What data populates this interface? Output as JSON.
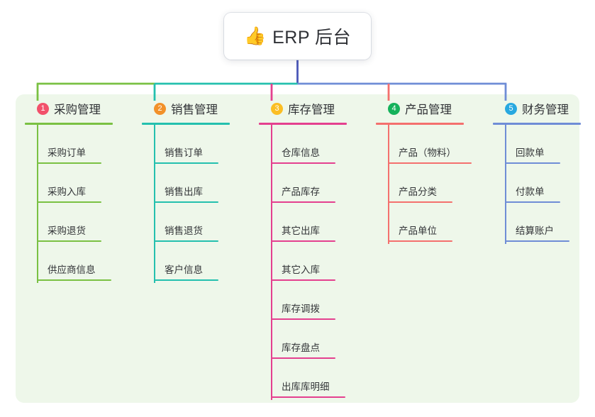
{
  "root": {
    "icon": "thumbs-up-icon",
    "emoji": "👍",
    "label": "ERP 后台"
  },
  "colors": {
    "canvas_background": "#eef7ea",
    "page_background": "#ffffff",
    "root_text": "#2f3136",
    "trunk": "#4b57b8"
  },
  "branches": [
    {
      "index": "1",
      "title": "采购管理",
      "badge_color": "#f2516b",
      "line_color": "#7ac143",
      "items": [
        {
          "label": "采购订单",
          "rule_width": 91
        },
        {
          "label": "采购入库",
          "rule_width": 91
        },
        {
          "label": "采购退货",
          "rule_width": 91
        },
        {
          "label": "供应商信息",
          "rule_width": 105
        }
      ]
    },
    {
      "index": "2",
      "title": "销售管理",
      "badge_color": "#f2912a",
      "line_color": "#24c0ae",
      "items": [
        {
          "label": "销售订单",
          "rule_width": 91
        },
        {
          "label": "销售出库",
          "rule_width": 91
        },
        {
          "label": "销售退货",
          "rule_width": 91
        },
        {
          "label": "客户信息",
          "rule_width": 91
        }
      ]
    },
    {
      "index": "3",
      "title": "库存管理",
      "badge_color": "#fbbe24",
      "line_color": "#e4408f",
      "items": [
        {
          "label": "仓库信息",
          "rule_width": 91
        },
        {
          "label": "产品库存",
          "rule_width": 91
        },
        {
          "label": "其它出库",
          "rule_width": 91
        },
        {
          "label": "其它入库",
          "rule_width": 91
        },
        {
          "label": "库存调拨",
          "rule_width": 91
        },
        {
          "label": "库存盘点",
          "rule_width": 91
        },
        {
          "label": "出库库明细",
          "rule_width": 105
        }
      ]
    },
    {
      "index": "4",
      "title": "产品管理",
      "badge_color": "#15b25b",
      "line_color": "#f4706e",
      "items": [
        {
          "label": "产品（物料）",
          "rule_width": 118
        },
        {
          "label": "产品分类",
          "rule_width": 91
        },
        {
          "label": "产品单位",
          "rule_width": 91
        }
      ]
    },
    {
      "index": "5",
      "title": "财务管理",
      "badge_color": "#28a8e0",
      "line_color": "#6f8dd6",
      "items": [
        {
          "label": "回款单",
          "rule_width": 78
        },
        {
          "label": "付款单",
          "rule_width": 78
        },
        {
          "label": "结算账户",
          "rule_width": 91
        }
      ]
    }
  ]
}
